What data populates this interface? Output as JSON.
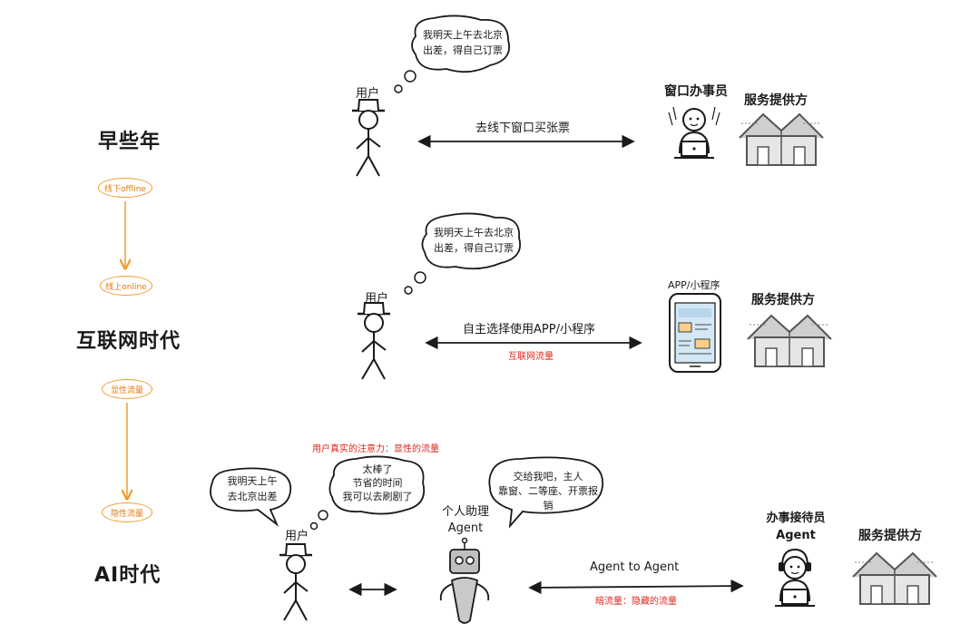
{
  "eras": {
    "early": "早些年",
    "internet": "互联网时代",
    "ai": "AI时代"
  },
  "timeline": {
    "offline": "线下offline",
    "online": "线上online",
    "visible_traffic": "显性流量",
    "hidden_traffic": "隐性流量"
  },
  "row1": {
    "bubble_line1": "我明天上午去北京",
    "bubble_line2": "出差，得自己订票",
    "user": "用户",
    "arrow_label": "去线下窗口买张票",
    "clerk": "窗口办事员",
    "provider": "服务提供方"
  },
  "row2": {
    "bubble_line1": "我明天上午去北京",
    "bubble_line2": "出差，得自己订票",
    "user": "用户",
    "arrow_label": "自主选择使用APP/小程序",
    "arrow_sub": "互联网流量",
    "app": "APP/小程序",
    "provider": "服务提供方"
  },
  "row3": {
    "attention_note": "用户真实的注意力：显性的流量",
    "bubble_left_line1": "我明天上午",
    "bubble_left_line2": "去北京出差",
    "bubble_mid_line1": "太棒了",
    "bubble_mid_line2": "节省的时间",
    "bubble_mid_line3": "我可以去刷剧了",
    "user": "用户",
    "assistant_line1": "个人助理",
    "assistant_line2": "Agent",
    "bubble_right_line1": "交给我吧，主人",
    "bubble_right_line2": "靠窗、二等座、开票报销",
    "a2a_label": "Agent to Agent",
    "a2a_sub": "暗流量：隐藏的流量",
    "receptionist_line1": "办事接待员",
    "receptionist_line2": "Agent",
    "provider": "服务提供方"
  },
  "colors": {
    "ink": "#1a1a1a",
    "accent_orange": "#f29a2b",
    "highlight_red": "#e0261b",
    "phone_fill": "#d3e7f5",
    "house_gray": "#9a9a9a"
  }
}
